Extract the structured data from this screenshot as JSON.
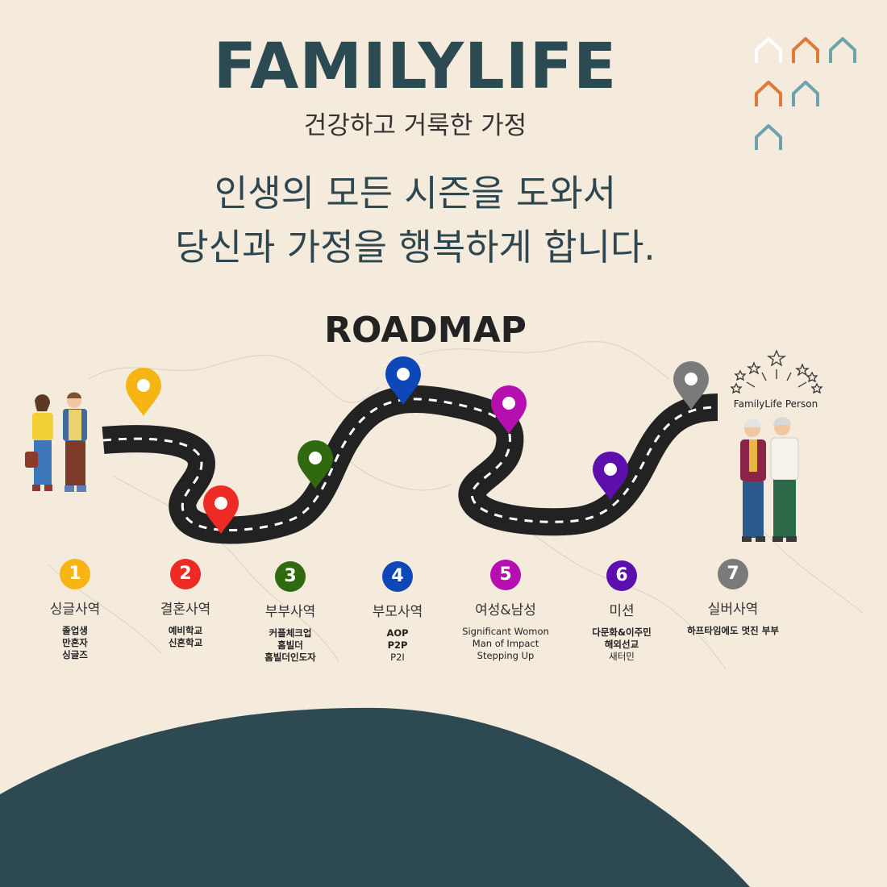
{
  "header": {
    "title": "FAMILYLIFE",
    "subtitle": "건강하고 거룩한 가정",
    "headline_line1": "인생의 모든 시즌을 도와서",
    "headline_line2": "당신과 가정을 행복하게 합니다."
  },
  "roadmap": {
    "title": "ROADMAP",
    "end_label": "FamilyLife Person",
    "steps": [
      {
        "number": "1",
        "title": "싱글사역",
        "color": "#f7b514",
        "details": [
          "졸업생",
          "만혼자",
          "싱글즈"
        ]
      },
      {
        "number": "2",
        "title": "결혼사역",
        "color": "#ee2a24",
        "details": [
          "예비학교",
          "신혼학교"
        ]
      },
      {
        "number": "3",
        "title": "부부사역",
        "color": "#2f6a10",
        "details": [
          "커플체크업",
          "홈빌더",
          "홈빌더인도자"
        ]
      },
      {
        "number": "4",
        "title": "부모사역",
        "color": "#0d47b8",
        "details": [
          "AOP",
          "P2P",
          "P2I"
        ]
      },
      {
        "number": "5",
        "title": "여성&남성",
        "color": "#b50fb0",
        "details": [
          "Significant Womon",
          "Man of Impact",
          "Stepping Up"
        ]
      },
      {
        "number": "6",
        "title": "미션",
        "color": "#5d0fae",
        "details": [
          "다문화&이주민",
          "해외선교",
          "새터민"
        ]
      },
      {
        "number": "7",
        "title": "실버사역",
        "color": "#7a7a7a",
        "details": [
          "하프타임에도 멋진 부부"
        ]
      }
    ]
  },
  "colors": {
    "background": "#f4ebdd",
    "title": "#2c4a52",
    "bottom_shape": "#2d4a52",
    "road": "#222222",
    "logo_white": "#ffffff",
    "logo_orange": "#e07a3a",
    "logo_teal": "#6ea3ad"
  },
  "icons": [
    "house-logo-icon",
    "map-pin-icon",
    "star-burst-icon",
    "young-couple-illustration",
    "elderly-couple-illustration"
  ]
}
